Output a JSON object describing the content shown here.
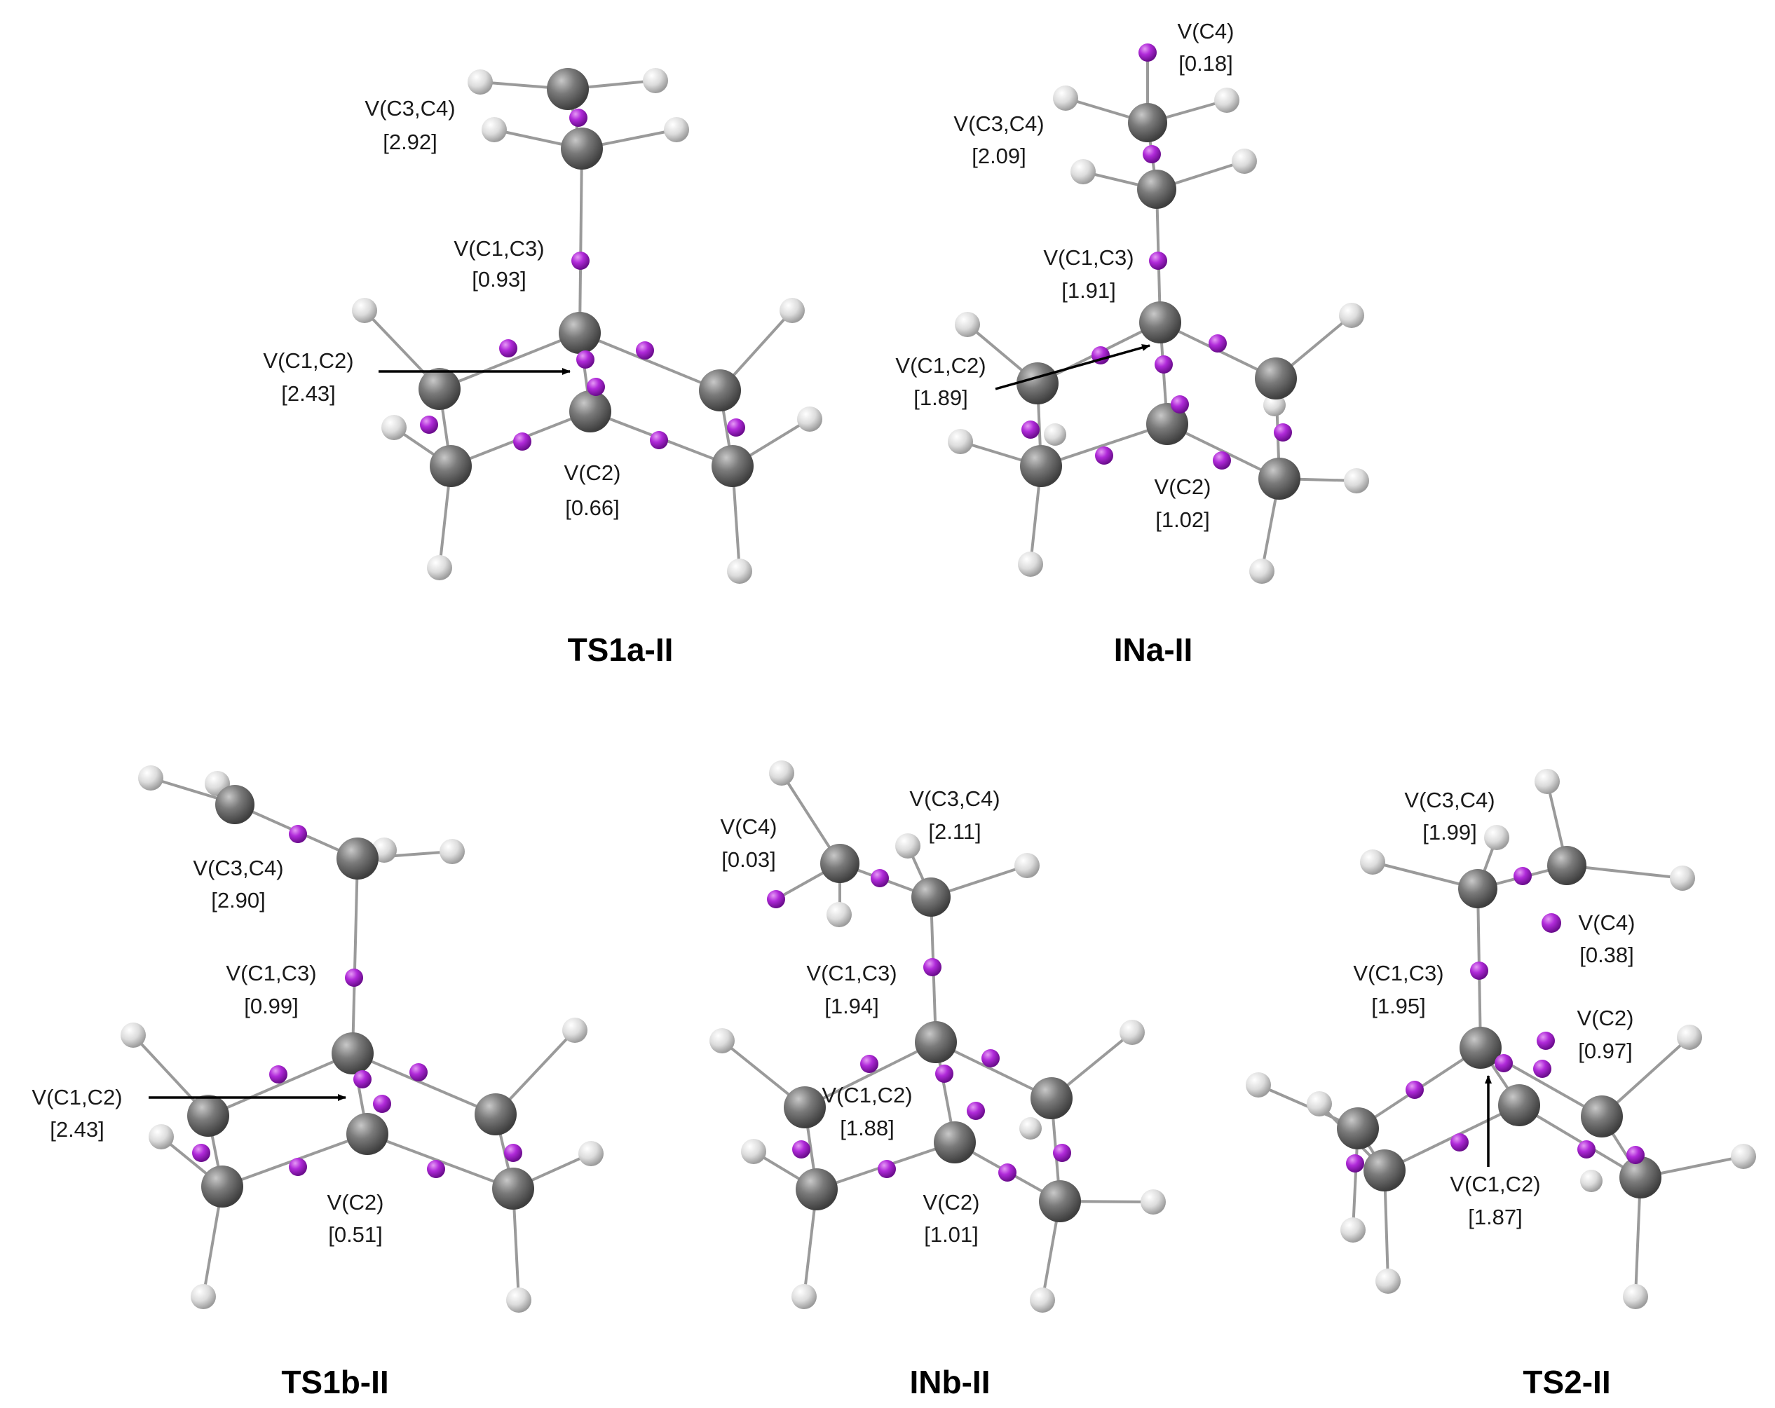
{
  "colors": {
    "carbon": "#6e6e6e",
    "hydrogen": "#d8d8d8",
    "basin": "#a61fd6",
    "bond": "#9a9a9a",
    "text": "#1a1a1a"
  },
  "structures": [
    {
      "id": "TS1a-II",
      "title": "TS1a-II",
      "labels": [
        {
          "id": "v-c3-c4",
          "name": "V(C3,C4)",
          "pop": "[2.92]"
        },
        {
          "id": "v-c1-c3",
          "name": "V(C1,C3)",
          "pop": "[0.93]"
        },
        {
          "id": "v-c1-c2",
          "name": "V(C1,C2)",
          "pop": "[2.43]"
        },
        {
          "id": "v-c2",
          "name": "V(C2)",
          "pop": "[0.66]"
        }
      ]
    },
    {
      "id": "INa-II",
      "title": "INa-II",
      "labels": [
        {
          "id": "v-c4",
          "name": "V(C4)",
          "pop": "[0.18]"
        },
        {
          "id": "v-c3-c4",
          "name": "V(C3,C4)",
          "pop": "[2.09]"
        },
        {
          "id": "v-c1-c3",
          "name": "V(C1,C3)",
          "pop": "[1.91]"
        },
        {
          "id": "v-c1-c2",
          "name": "V(C1,C2)",
          "pop": "[1.89]"
        },
        {
          "id": "v-c2",
          "name": "V(C2)",
          "pop": "[1.02]"
        }
      ]
    },
    {
      "id": "TS1b-II",
      "title": "TS1b-II",
      "labels": [
        {
          "id": "v-c3-c4",
          "name": "V(C3,C4)",
          "pop": "[2.90]"
        },
        {
          "id": "v-c1-c3",
          "name": "V(C1,C3)",
          "pop": "[0.99]"
        },
        {
          "id": "v-c1-c2",
          "name": "V(C1,C2)",
          "pop": "[2.43]"
        },
        {
          "id": "v-c2",
          "name": "V(C2)",
          "pop": "[0.51]"
        }
      ]
    },
    {
      "id": "INb-II",
      "title": "INb-II",
      "labels": [
        {
          "id": "v-c4",
          "name": "V(C4)",
          "pop": "[0.03]"
        },
        {
          "id": "v-c3-c4",
          "name": "V(C3,C4)",
          "pop": "[2.11]"
        },
        {
          "id": "v-c1-c3",
          "name": "V(C1,C3)",
          "pop": "[1.94]"
        },
        {
          "id": "v-c1-c2",
          "name": "V(C1,C2)",
          "pop": "[1.88]"
        },
        {
          "id": "v-c2",
          "name": "V(C2)",
          "pop": "[1.01]"
        }
      ]
    },
    {
      "id": "TS2-II",
      "title": "TS2-II",
      "labels": [
        {
          "id": "v-c3-c4",
          "name": "V(C3,C4)",
          "pop": "[1.99]"
        },
        {
          "id": "v-c4",
          "name": "V(C4)",
          "pop": "[0.38]"
        },
        {
          "id": "v-c1-c3",
          "name": "V(C1,C3)",
          "pop": "[1.95]"
        },
        {
          "id": "v-c2",
          "name": "V(C2)",
          "pop": "[0.97]"
        },
        {
          "id": "v-c1-c2",
          "name": "V(C1,C2)",
          "pop": "[1.87]"
        }
      ]
    }
  ]
}
